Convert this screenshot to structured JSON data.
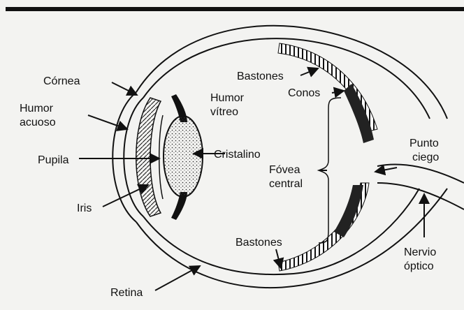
{
  "diagram": {
    "labels": {
      "cornea": "Córnea",
      "humor_acuoso_1": "Humor",
      "humor_acuoso_2": "acuoso",
      "pupila": "Pupila",
      "iris": "Iris",
      "humor_vitreo_1": "Humor",
      "humor_vitreo_2": "vítreo",
      "cristalino": "Cristalino",
      "bastones_top": "Bastones",
      "conos": "Conos",
      "fovea_1": "Fóvea",
      "fovea_2": "central",
      "punto_ciego_1": "Punto",
      "punto_ciego_2": "ciego",
      "bastones_bottom": "Bastones",
      "nervio_1": "Nervio",
      "nervio_2": "óptico",
      "retina": "Retina"
    },
    "colors": {
      "ink": "#111111",
      "background": "#f3f3f1"
    }
  }
}
